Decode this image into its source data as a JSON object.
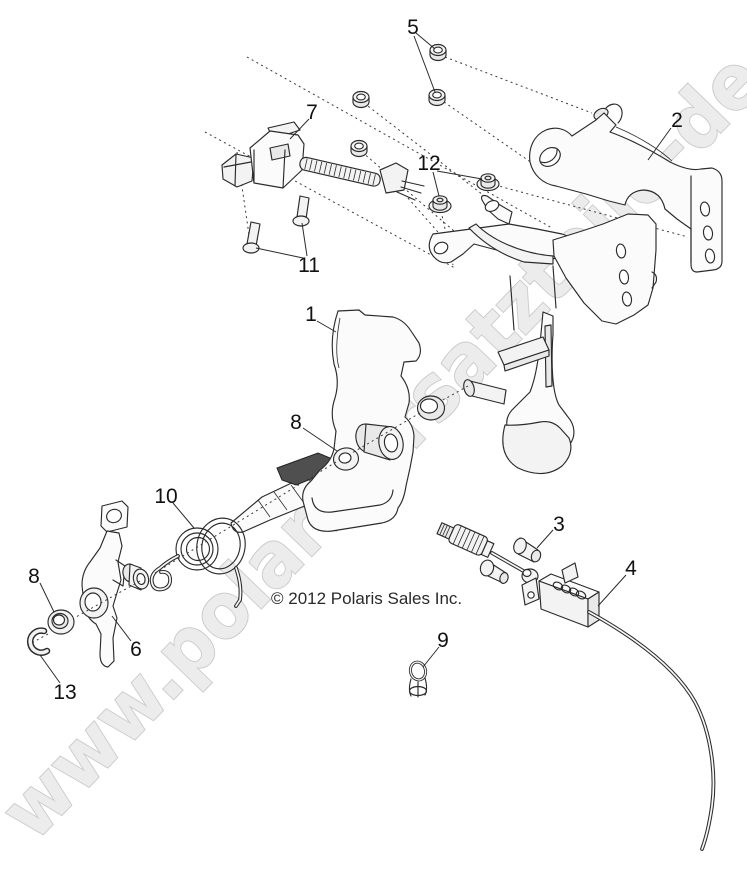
{
  "watermark": {
    "text": "www.polarisersatzteile-de",
    "color": "#ececec"
  },
  "copyright": {
    "text": "© 2012 Polaris Sales Inc."
  },
  "colors": {
    "background": "#ffffff",
    "line": "#2b2b2b",
    "watermark": "#ececec",
    "pedal_pad": "#4f4f4f"
  },
  "callouts": [
    {
      "label": "5",
      "name": "lock-nuts"
    },
    {
      "label": "7",
      "name": "sensor-spring-assembly"
    },
    {
      "label": "2",
      "name": "mounting-bracket"
    },
    {
      "label": "12",
      "name": "flange-nuts"
    },
    {
      "label": "11",
      "name": "screws"
    },
    {
      "label": "1",
      "name": "pedal-guard"
    },
    {
      "label": "8",
      "name": "bushing-center"
    },
    {
      "label": "10",
      "name": "torsion-spring"
    },
    {
      "label": "3",
      "name": "clevis-pin"
    },
    {
      "label": "4",
      "name": "throttle-cable"
    },
    {
      "label": "8",
      "name": "bushing-left"
    },
    {
      "label": "6",
      "name": "lever-arm"
    },
    {
      "label": "13",
      "name": "e-clip"
    },
    {
      "label": "9",
      "name": "cable-clip"
    }
  ]
}
